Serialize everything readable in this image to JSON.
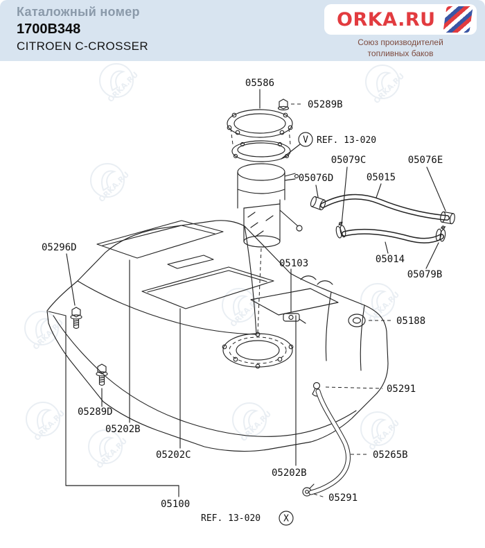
{
  "header": {
    "catalog_label": "Каталожный номер",
    "part_number": "1700B348",
    "model": "CITROEN C-CROSSER",
    "brand": "ORKA.RU",
    "tagline_line1": "Союз производителей",
    "tagline_line2": "топливных баков",
    "colors": {
      "header_bg": "#d8e4f0",
      "logo_red": "#e23b3f",
      "flag_blue": "#3a55a4",
      "tagline": "#7d4a3e"
    }
  },
  "diagram": {
    "watermark": "ORKA.RU",
    "ref_top": {
      "text": "REF. 13-020",
      "badge": "V"
    },
    "ref_bottom": {
      "text": "REF. 13-020",
      "badge": "X"
    },
    "labels": {
      "p05586": "05586",
      "p05289B": "05289B",
      "p05079C": "05079C",
      "p05076E": "05076E",
      "p05076D": "05076D",
      "p05015": "05015",
      "p05014": "05014",
      "p05079B": "05079B",
      "p05296D": "05296D",
      "p05103": "05103",
      "p05188": "05188",
      "p05291_top": "05291",
      "p05289D": "05289D",
      "p05202B_left": "05202B",
      "p05202C": "05202C",
      "p05202B_right": "05202B",
      "p05265B": "05265B",
      "p05100": "05100",
      "p05291_bottom": "05291"
    }
  }
}
